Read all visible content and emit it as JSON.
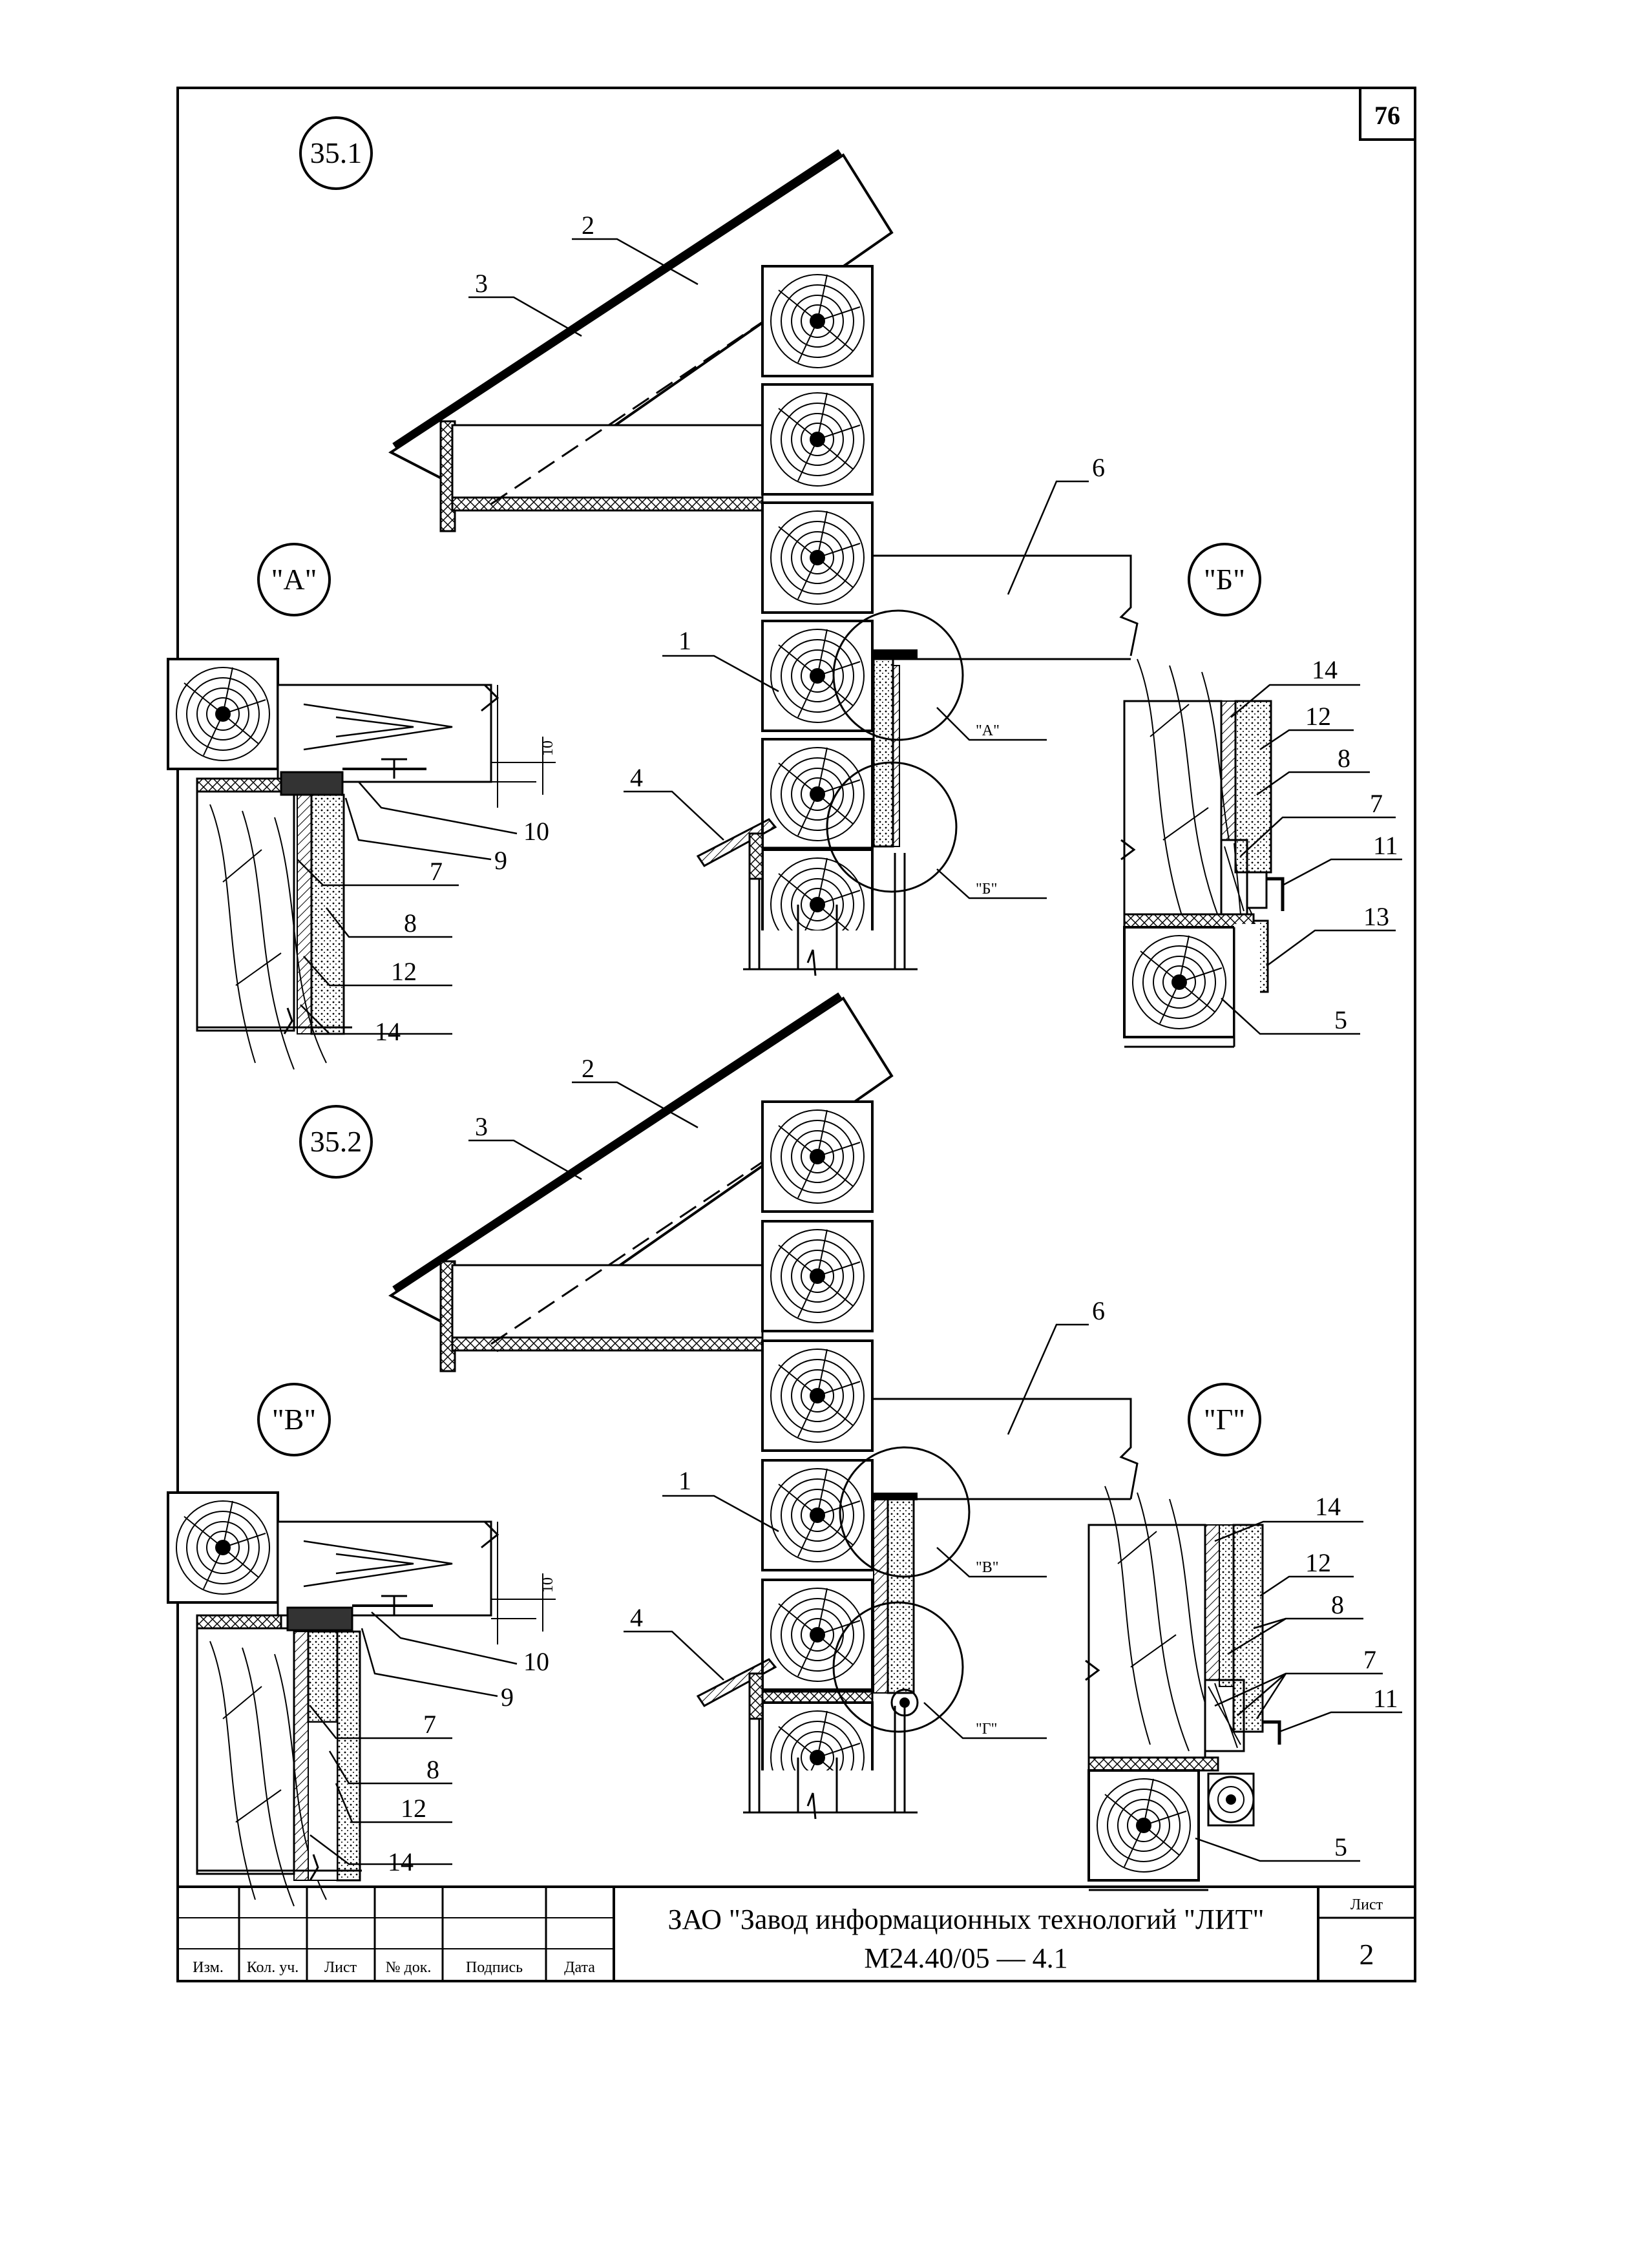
{
  "page_number": "76",
  "details": [
    {
      "id": "35.1",
      "leaders": [
        "1",
        "2",
        "3",
        "4",
        "6"
      ],
      "callouts": [
        "\"А\"",
        "\"Б\""
      ]
    },
    {
      "id": "35.2",
      "leaders": [
        "1",
        "2",
        "3",
        "4",
        "6"
      ],
      "callouts": [
        "\"В\"",
        "\"Г\""
      ]
    }
  ],
  "views": {
    "A": {
      "tag": "\"А\"",
      "dim": "10",
      "leaders": [
        "10",
        "9",
        "7",
        "8",
        "12",
        "14"
      ]
    },
    "B": {
      "tag": "\"Б\"",
      "leaders": [
        "14",
        "12",
        "8",
        "7",
        "11",
        "13",
        "5"
      ]
    },
    "V": {
      "tag": "\"В\"",
      "dim": "10",
      "leaders": [
        "10",
        "9",
        "7",
        "8",
        "12",
        "14"
      ]
    },
    "G": {
      "tag": "\"Г\"",
      "leaders": [
        "14",
        "12",
        "8",
        "7",
        "11",
        "5"
      ]
    }
  },
  "title_block": {
    "company": "ЗАО \"Завод информационных технологий \"ЛИТ\"",
    "code": "М24.40/05   —  4.1",
    "sheet_label": "Лист",
    "sheet_number": "2",
    "columns": [
      "Изм.",
      "Кол. уч.",
      "Лист",
      "№ док.",
      "Подпись",
      "Дата"
    ]
  }
}
